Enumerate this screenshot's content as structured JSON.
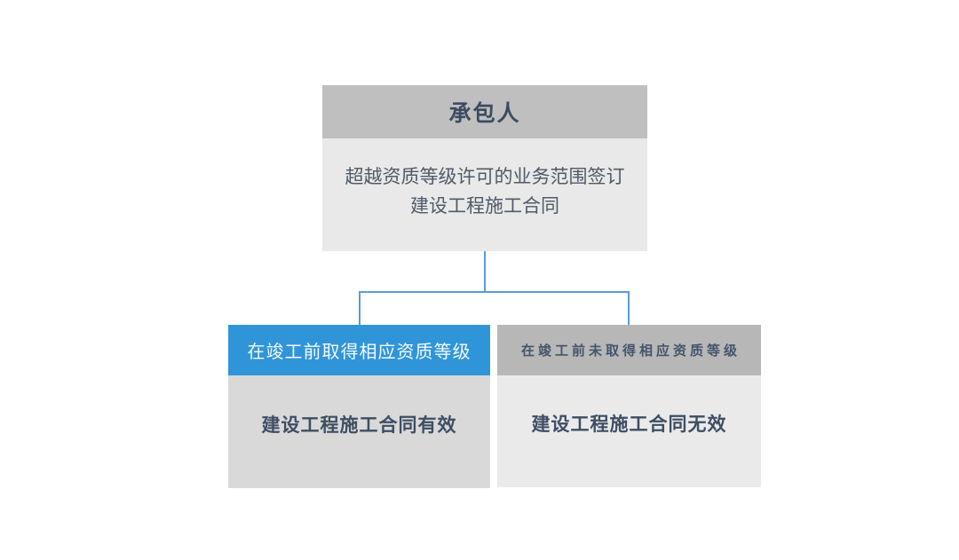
{
  "diagram": {
    "root": {
      "title": "承包人",
      "body_lines": [
        "超越资质等级许可的业务范围签订",
        "建设工程施工合同"
      ]
    },
    "branches": {
      "left": {
        "header": "在竣工前取得相应资质等级",
        "body": "建设工程施工合同有效"
      },
      "right": {
        "header": "在竣工前未取得相应资质等级",
        "body": "建设工程施工合同无效"
      }
    },
    "colors": {
      "accent_blue": "#3095d8",
      "connector_blue": "#5b9bd5",
      "root_header_gray": "#bfbfbf",
      "right_header_gray": "#b7b7b7",
      "root_body_gray": "#e9e9e9",
      "left_body_gray": "#d9d9d9",
      "right_body_gray": "#eaeaea",
      "text_dark_navy": "#44546a",
      "header_text_white": "#f4faff"
    }
  }
}
